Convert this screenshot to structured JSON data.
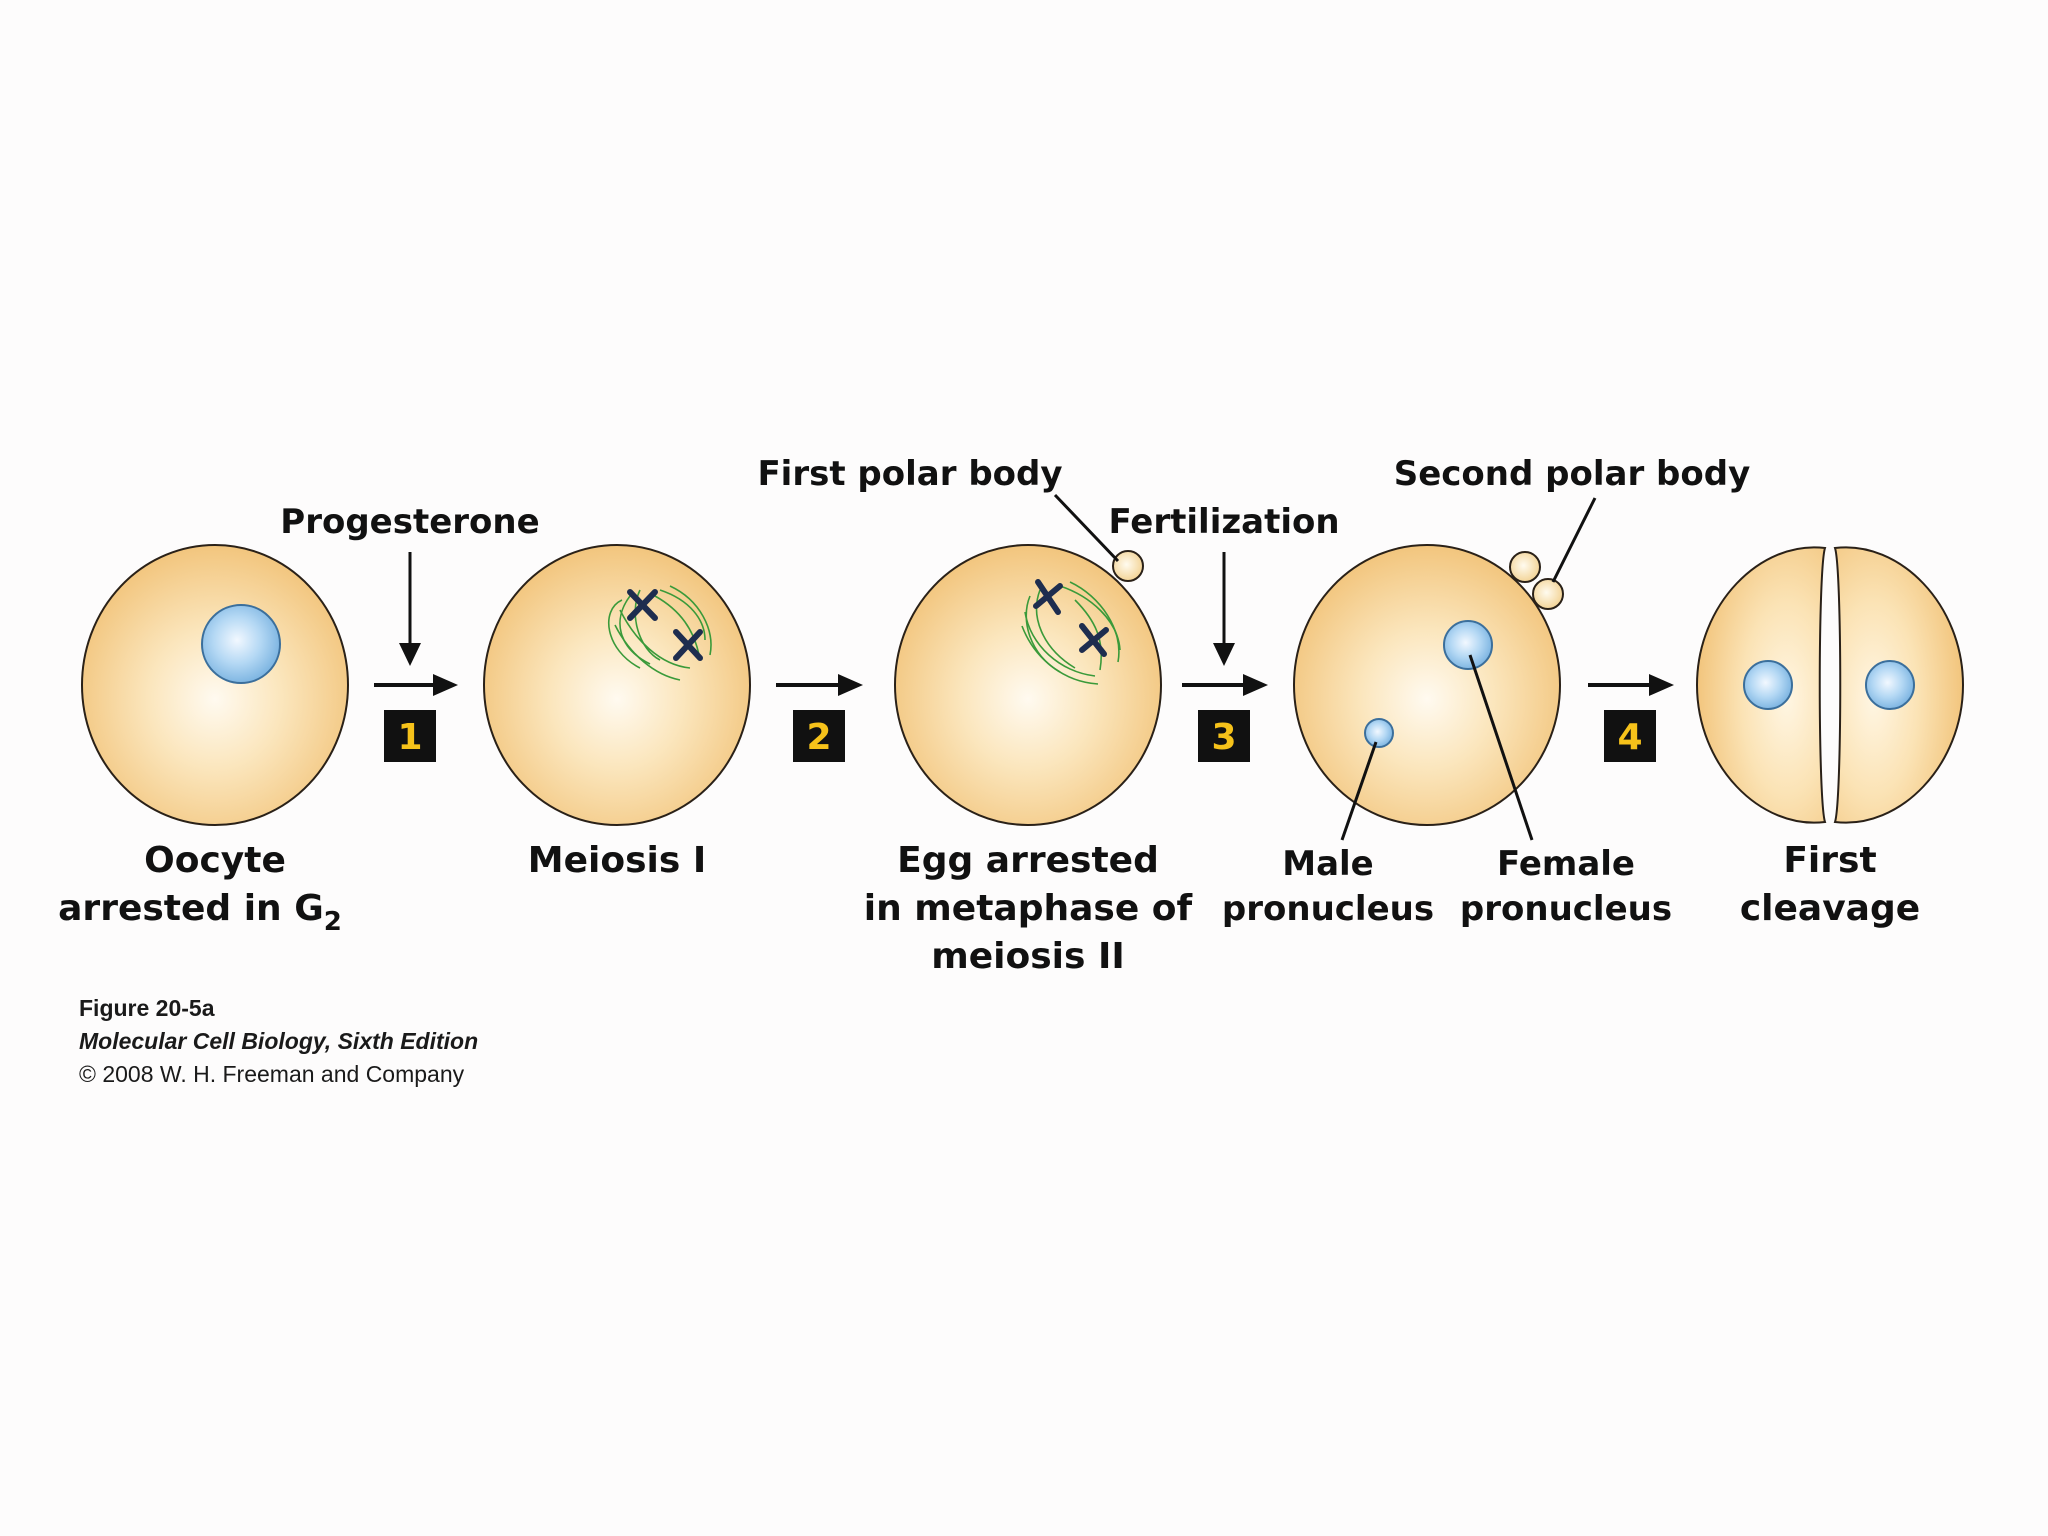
{
  "labels": {
    "progesterone": "Progesterone",
    "fertilization": "Fertilization",
    "first_polar_body": "First polar body",
    "second_polar_body": "Second polar body",
    "oocyte_line1": "Oocyte",
    "oocyte_line2": "arrested in G",
    "oocyte_sub": "2",
    "meiosis1": "Meiosis I",
    "egg_line1": "Egg arrested",
    "egg_line2": "in metaphase of",
    "egg_line3": "meiosis II",
    "male_line1": "Male",
    "male_line2": "pronucleus",
    "female_line1": "Female",
    "female_line2": "pronucleus",
    "cleavage_line1": "First",
    "cleavage_line2": "cleavage"
  },
  "steps": [
    "1",
    "2",
    "3",
    "4"
  ],
  "caption": {
    "figure": "Figure 20-5a",
    "book": "Molecular Cell Biology, Sixth Edition",
    "copyright": "© 2008 W. H. Freeman and Company"
  },
  "colors": {
    "cell_fill": "#f5cc86",
    "cell_center": "#fffaf0",
    "nucleus": "#8ec3ea",
    "spindle": "#3a9a3a",
    "chromosome": "#1e2d4f",
    "step_box": "#111111",
    "step_text": "#f6c21a"
  }
}
